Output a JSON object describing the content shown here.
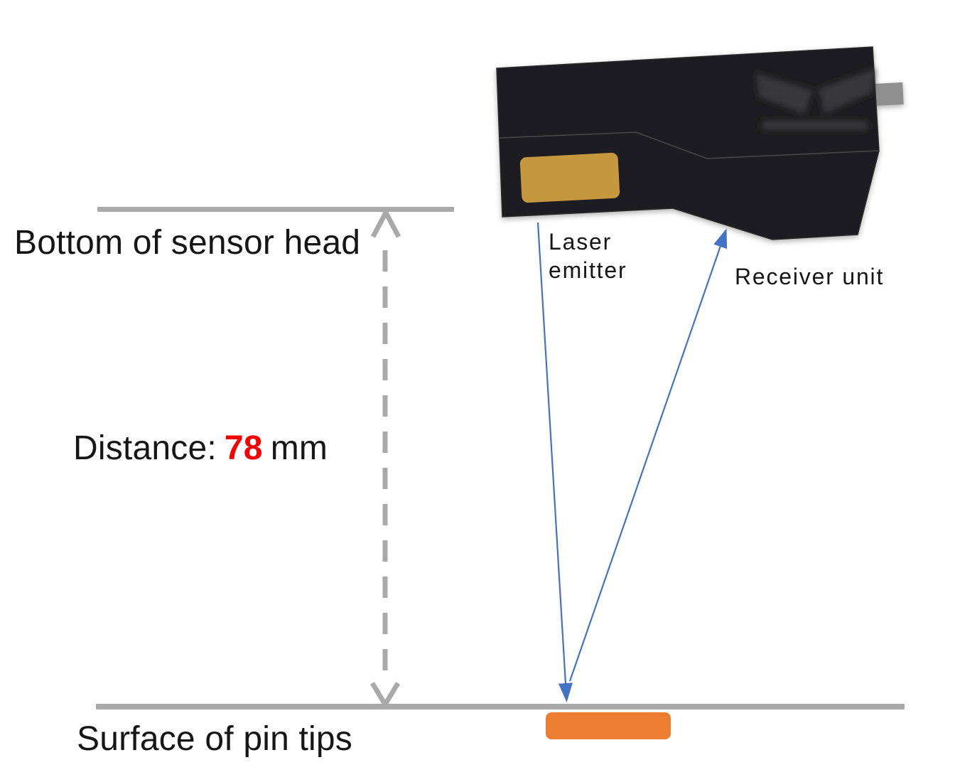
{
  "labels": {
    "bottom_of_sensor_head": "Bottom of sensor head",
    "distance_prefix": "Distance:",
    "distance_value": "78",
    "distance_unit": "mm",
    "surface_of_pin_tips": "Surface of pin tips",
    "laser_emitter_line1": "Laser",
    "laser_emitter_line2": "emitter",
    "receiver_unit": "Receiver unit"
  },
  "measurement": {
    "distance_mm": "78"
  },
  "colors": {
    "background": "#FFFFFF",
    "text": "#161616",
    "distance_value_red": "#F80000",
    "line_gray": "#A9A9A9",
    "sensor_body": "#1E1E20",
    "sensor_seam": "#47474A",
    "sensor_logo_blur": "#3A3A3E",
    "connector_gray": "#8F8F8F",
    "emitter_window_gold": "#C6983C",
    "beam_blue": "#4472C4",
    "pin_surface_orange": "#ED7D31"
  },
  "graphics": {
    "sensor_head": "dark sensor housing polygon with blurred logo",
    "laser_emitter_window": "gold emitter window",
    "connector_tab": "gray side connector",
    "distance_arrow": "gray dashed double-headed vertical arrow",
    "laser_beams": "blue emit and receive beams with arrowheads",
    "pin_block": "orange pin-tips block under surface line"
  }
}
